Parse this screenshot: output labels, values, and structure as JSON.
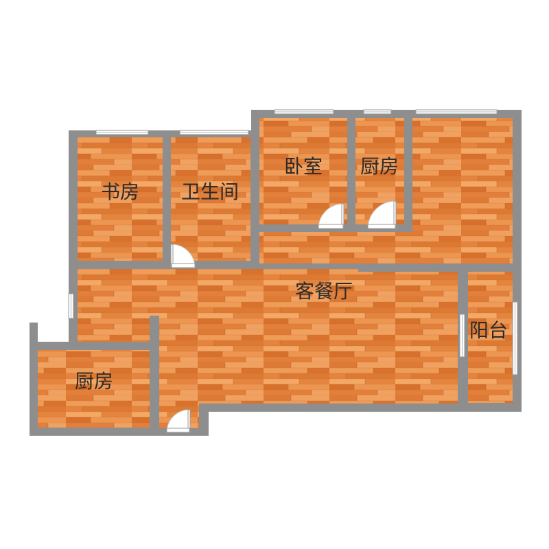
{
  "floor_plan": {
    "rooms": {
      "study": "书房",
      "bathroom": "卫生间",
      "bedroom": "卧室",
      "kitchen_top": "厨房",
      "living_dining": "客餐厅",
      "balcony": "阳台",
      "kitchen_left": "厨房"
    },
    "colors": {
      "wall": "#8e8e8e",
      "floor_base": "#e98c45",
      "floor_dark": "#d9742f",
      "floor_light": "#f1a463",
      "window": "#ffffff"
    }
  }
}
